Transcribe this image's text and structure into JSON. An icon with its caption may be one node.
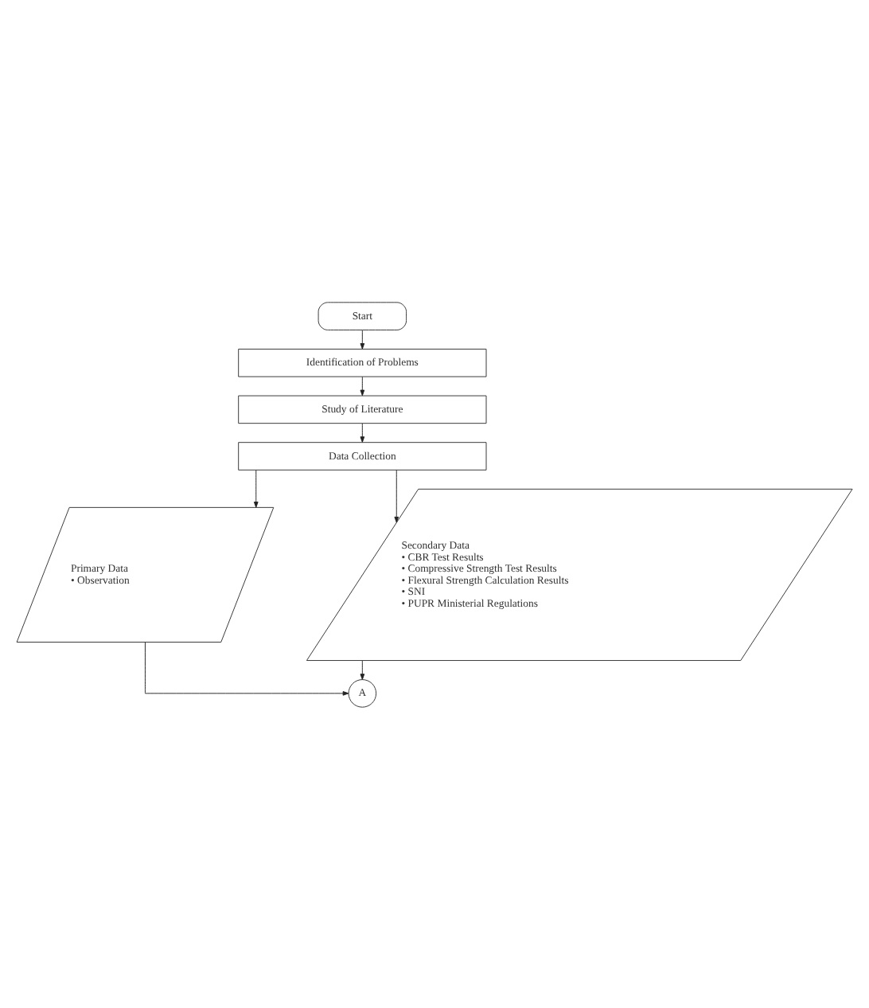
{
  "diagram": {
    "nodes": [
      {
        "text": [
          "Start"
        ]
      },
      {
        "text": [
          "Identification of Problems"
        ]
      },
      {
        "text": [
          "Study of Literature"
        ]
      },
      {
        "text": [
          "Data Collection"
        ]
      },
      {
        "text": [
          "Primary Data",
          "• Observation"
        ]
      },
      {
        "text": [
          "Secondary Data",
          "• CBR Test Results",
          "• Compressive Strength Test Results",
          "• Flexural Strength Calculation Results",
          "• SNI",
          "• PUPR Ministerial Regulations"
        ]
      },
      {
        "text": [
          "A"
        ]
      }
    ],
    "edges": [
      {
        "from": 0,
        "to": 1,
        "arrow": "to"
      },
      {
        "from": 1,
        "to": 2,
        "arrow": "to"
      },
      {
        "from": 2,
        "to": 3,
        "arrow": "to"
      },
      {
        "from": 3,
        "to": 4,
        "arrow": "to"
      },
      {
        "from": 3,
        "to": 5,
        "arrow": "to"
      },
      {
        "from": 4,
        "to": 6,
        "arrow": "to"
      },
      {
        "from": 5,
        "to": 6,
        "arrow": "to"
      }
    ]
  }
}
